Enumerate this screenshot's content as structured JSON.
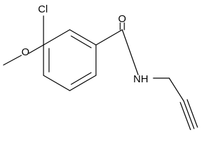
{
  "atom_labels": {
    "chlorine": "Cl",
    "methoxy_oxygen": "O",
    "carbonyl_oxygen": "O",
    "amide_nitrogen": "NH"
  }
}
